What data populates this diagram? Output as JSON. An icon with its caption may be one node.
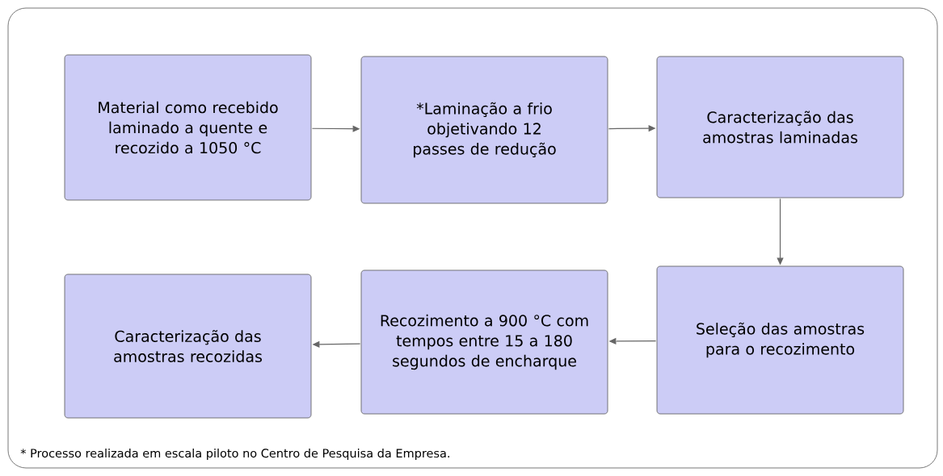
{
  "diagram": {
    "nodes": [
      {
        "text": [
          "Material como recebido laminado a quente e recozido a 1050 °C"
        ]
      },
      {
        "text": [
          "*Laminação a frio objetivando 12 passes de redução"
        ]
      },
      {
        "text": [
          "Caracterização das amostras laminadas"
        ]
      },
      {
        "text": [
          "Seleção das amostras para o recozimento"
        ]
      },
      {
        "text": [
          "Recozimento a 900 °C com tempos entre 15 a 180 segundos de encharque"
        ]
      },
      {
        "text": [
          "Caracterização das amostras recozidas"
        ]
      }
    ],
    "edges": [
      {
        "from": 0,
        "to": 1,
        "arrow": "to"
      },
      {
        "from": 1,
        "to": 2,
        "arrow": "to"
      },
      {
        "from": 2,
        "to": 3,
        "arrow": "to"
      },
      {
        "from": 3,
        "to": 4,
        "arrow": "to"
      },
      {
        "from": 4,
        "to": 5,
        "arrow": "to"
      }
    ],
    "labels": [
      "* Processo realizada em escala piloto no Centro de Pesquisa da Empresa."
    ]
  }
}
